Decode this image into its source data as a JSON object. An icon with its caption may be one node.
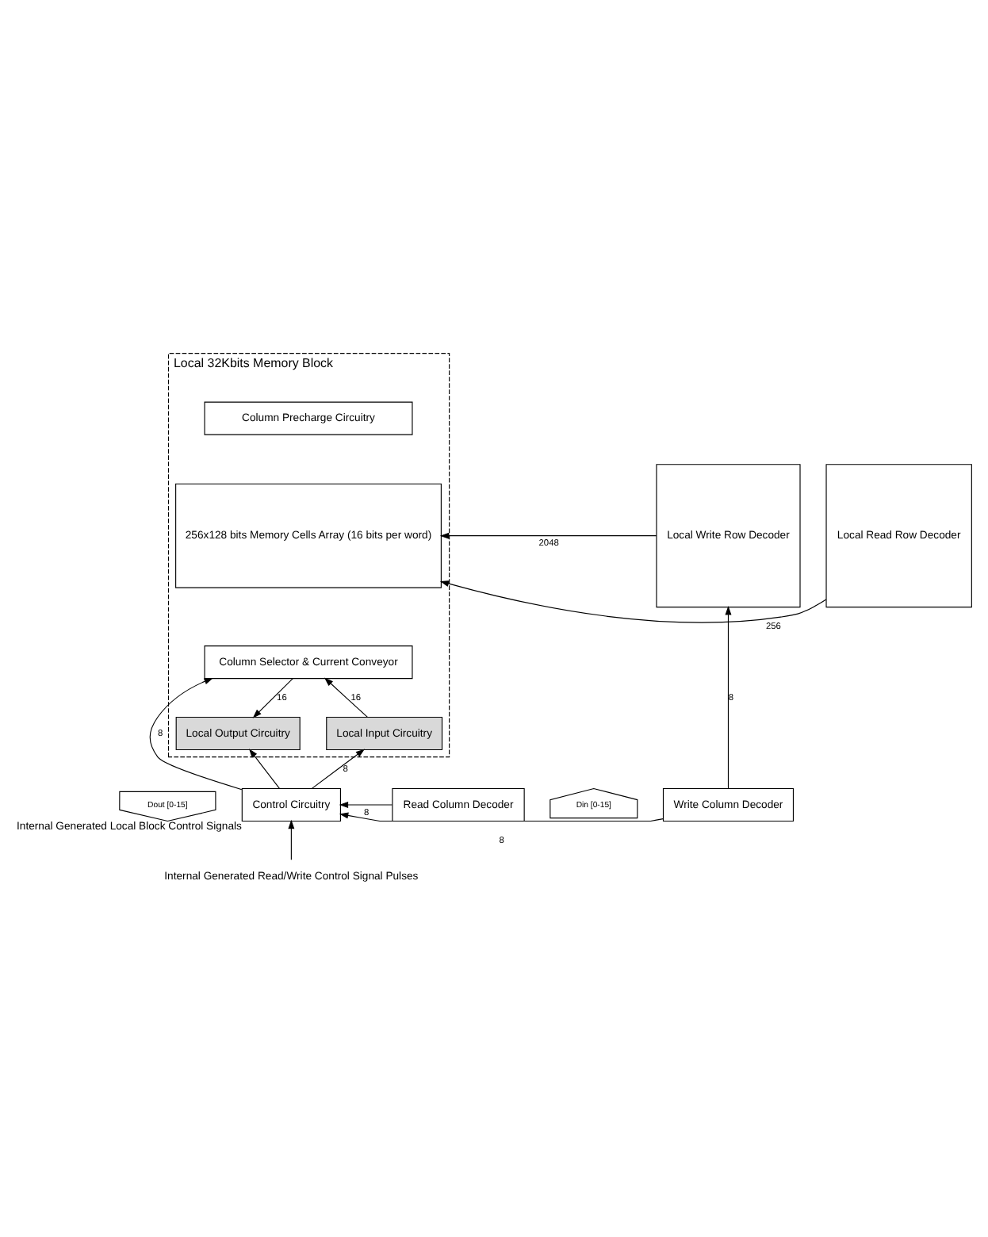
{
  "diagram": {
    "nodes": [
      {
        "text": [
          "Local 32Kbits Memory Block"
        ]
      },
      {
        "text": [
          "Column Precharge Circuitry"
        ],
        "in": 0
      },
      {
        "text": [
          "256x128 bits Memory Cells Array (16 bits per word)"
        ],
        "in": 0
      },
      {
        "text": [
          "Column Selector & Current Conveyor"
        ],
        "in": 0
      },
      {
        "text": [
          "Local Input Circuitry"
        ],
        "in": 0
      },
      {
        "text": [
          "Local Output Circuitry"
        ],
        "in": 0
      },
      {
        "text": [
          "Local Write Row Decoder"
        ]
      },
      {
        "text": [
          "Local Read Row Decoder"
        ]
      },
      {
        "text": [
          "Write Column Decoder"
        ]
      },
      {
        "text": [
          "Read Column Decoder"
        ]
      },
      {
        "text": [
          "Control Circuitry"
        ],
        "beside": [
          "Internal Generated Local Block Control Signals"
        ]
      },
      {
        "text": [
          "Din [0-15]"
        ]
      },
      {
        "text": [
          "Dout [0-15]"
        ]
      },
      {
        "text": [
          "Internal Generated Read/Write Control Signal Pulses"
        ]
      }
    ],
    "edges": [
      {
        "from": 6,
        "to": 2,
        "arrow": "to",
        "label": "2048"
      },
      {
        "from": 7,
        "to": 2,
        "arrow": "to",
        "label": "256"
      },
      {
        "from": 3,
        "to": 5,
        "arrow": "to",
        "label": "16"
      },
      {
        "from": 4,
        "to": 3,
        "arrow": "to",
        "label": "16"
      },
      {
        "from": 8,
        "to": 6,
        "arrow": "to",
        "label": "8"
      },
      {
        "from": 10,
        "to": 3,
        "arrow": "to",
        "label": "8"
      },
      {
        "from": 10,
        "to": 4,
        "arrow": "to",
        "label": "8"
      },
      {
        "from": 10,
        "to": 5,
        "arrow": "to"
      },
      {
        "from": 8,
        "to": 10,
        "arrow": "to",
        "label": "8"
      },
      {
        "from": 9,
        "to": 10,
        "arrow": "to",
        "label": "8"
      },
      {
        "from": 13,
        "to": 10,
        "arrow": "to"
      }
    ]
  }
}
